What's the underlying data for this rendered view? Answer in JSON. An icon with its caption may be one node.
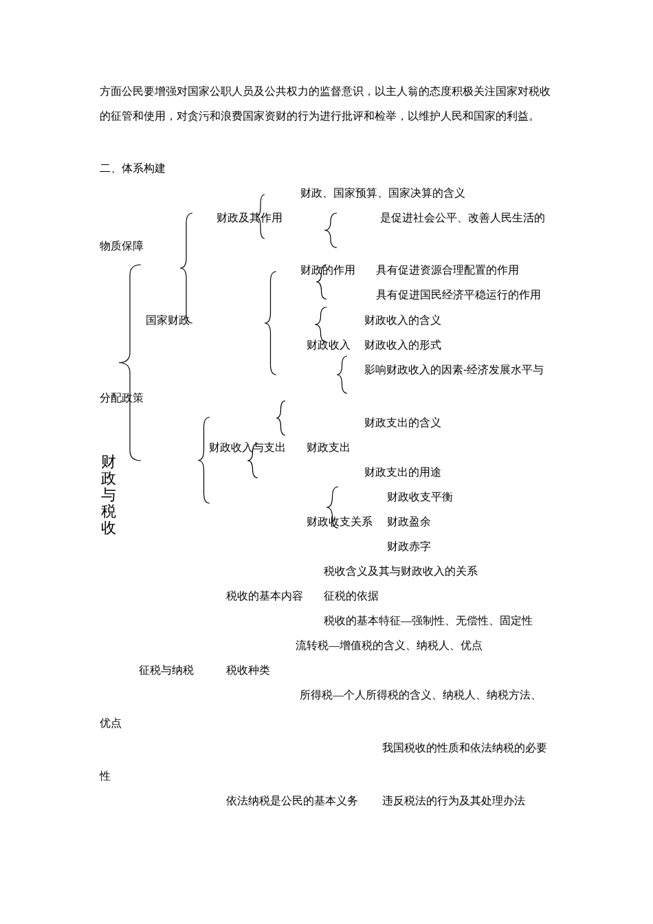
{
  "diagram": {
    "labels": [
      "方面公民要增强对国家公职人员及公共权力的监督意识，以主人翁的态度积极关注国家对税收的征管和使用，对贪污和浪费国家资财的行为进行批评和检举，以维护人民和国家的利益。",
      "二、体系构建",
      "财政、国家预算、国家决算的含义",
      "财政及其作用",
      "是促进社会公平、改善人民生活的",
      "物质保障",
      "财政的作用",
      "具有促进资源合理配置的作用",
      "具有促进国民经济平稳运行的作用",
      "国家财政",
      "财政收入的含义",
      "财政收入",
      "财政收入的形式",
      "影响财政收入的因素-经济发展水平与",
      "分配政策",
      "财政支出的含义",
      "财政收入与支出",
      "财政支出",
      "财政支出的用途",
      "财政与税收",
      "财政收支平衡",
      "财政收支关系",
      "财政盈余",
      "财政赤字",
      "税收含义及其与财政收入的关系",
      "税收的基本内容",
      "征税的依据",
      "税收的基本特征—强制性、无偿性、固定性",
      "流转税—增值税的含义、纳税人、优点",
      "征税与纳税",
      "税收种类",
      "所得税—个人所得税的含义、纳税人、纳税方法、",
      "优点",
      "我国税收的性质和依法纳税的必要",
      "性",
      "依法纳税是公民的基本义务",
      "违反税法的行为及其处理办法"
    ]
  }
}
